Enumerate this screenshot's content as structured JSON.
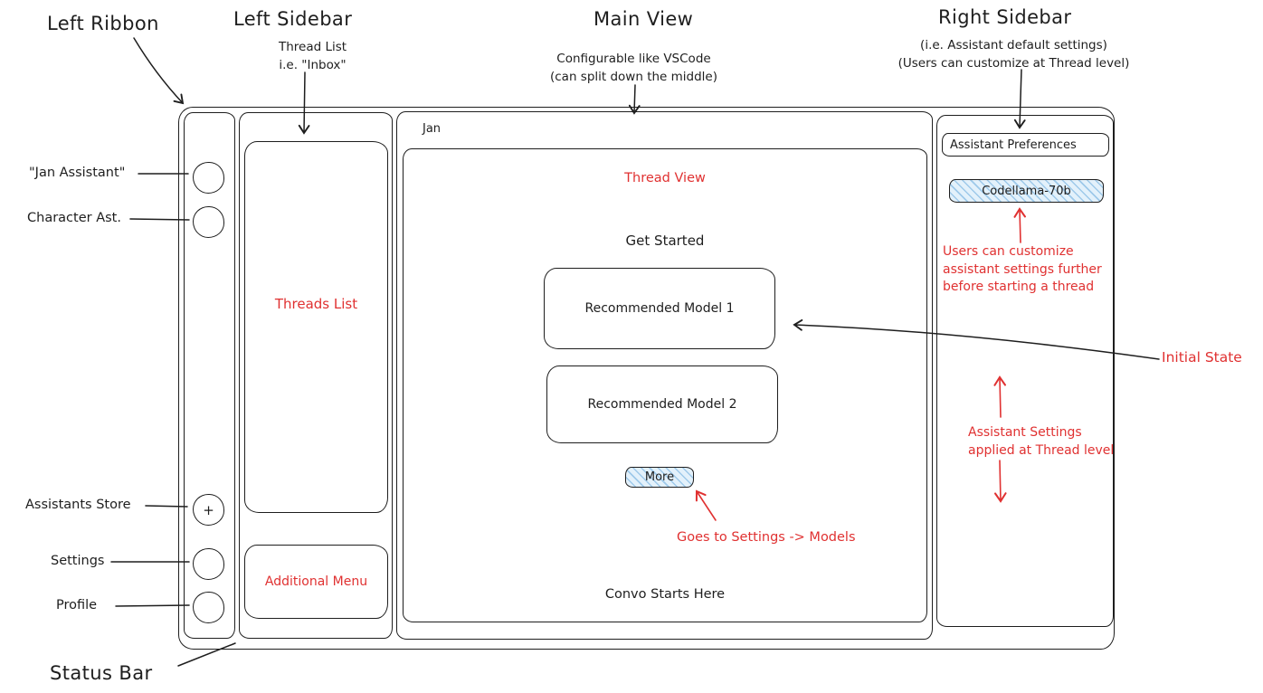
{
  "colors": {
    "ink": "#1e1e1e",
    "annotation_red": "#e03131",
    "hatch_fill": "#e3f1fb",
    "hatch_stroke": "#65a8db"
  },
  "callouts": {
    "left_ribbon": "Left Ribbon",
    "left_sidebar": "Left Sidebar",
    "left_sidebar_sub1": "Thread List",
    "left_sidebar_sub2": "i.e. \"Inbox\"",
    "main_view": "Main View",
    "main_view_sub1": "Configurable like VSCode",
    "main_view_sub2": "(can split down the middle)",
    "right_sidebar": "Right Sidebar",
    "right_sidebar_sub1": "(i.e. Assistant default settings)",
    "right_sidebar_sub2": "(Users can customize at Thread level)",
    "status_bar": "Status Bar",
    "jan_assistant": "\"Jan Assistant\"",
    "character_ast": "Character Ast.",
    "assistants_store": "Assistants Store",
    "settings": "Settings",
    "profile": "Profile"
  },
  "notes": {
    "initial_state": "Initial State",
    "customize": "Users can customize assistant settings further before starting a thread",
    "thread_level": "Assistant Settings applied at Thread level",
    "goes_to_settings": "Goes to Settings -> Models",
    "threads_list": "Threads List",
    "additional_menu": "Additional Menu",
    "thread_view": "Thread View"
  },
  "app": {
    "window_title": "Jan",
    "plus_icon": "+",
    "main": {
      "get_started": "Get Started",
      "recommended_model_1": "Recommended Model 1",
      "recommended_model_2": "Recommended Model 2",
      "more": "More",
      "convo_starts": "Convo Starts Here"
    },
    "right": {
      "header": "Assistant Preferences",
      "model": "Codellama-70b"
    }
  }
}
